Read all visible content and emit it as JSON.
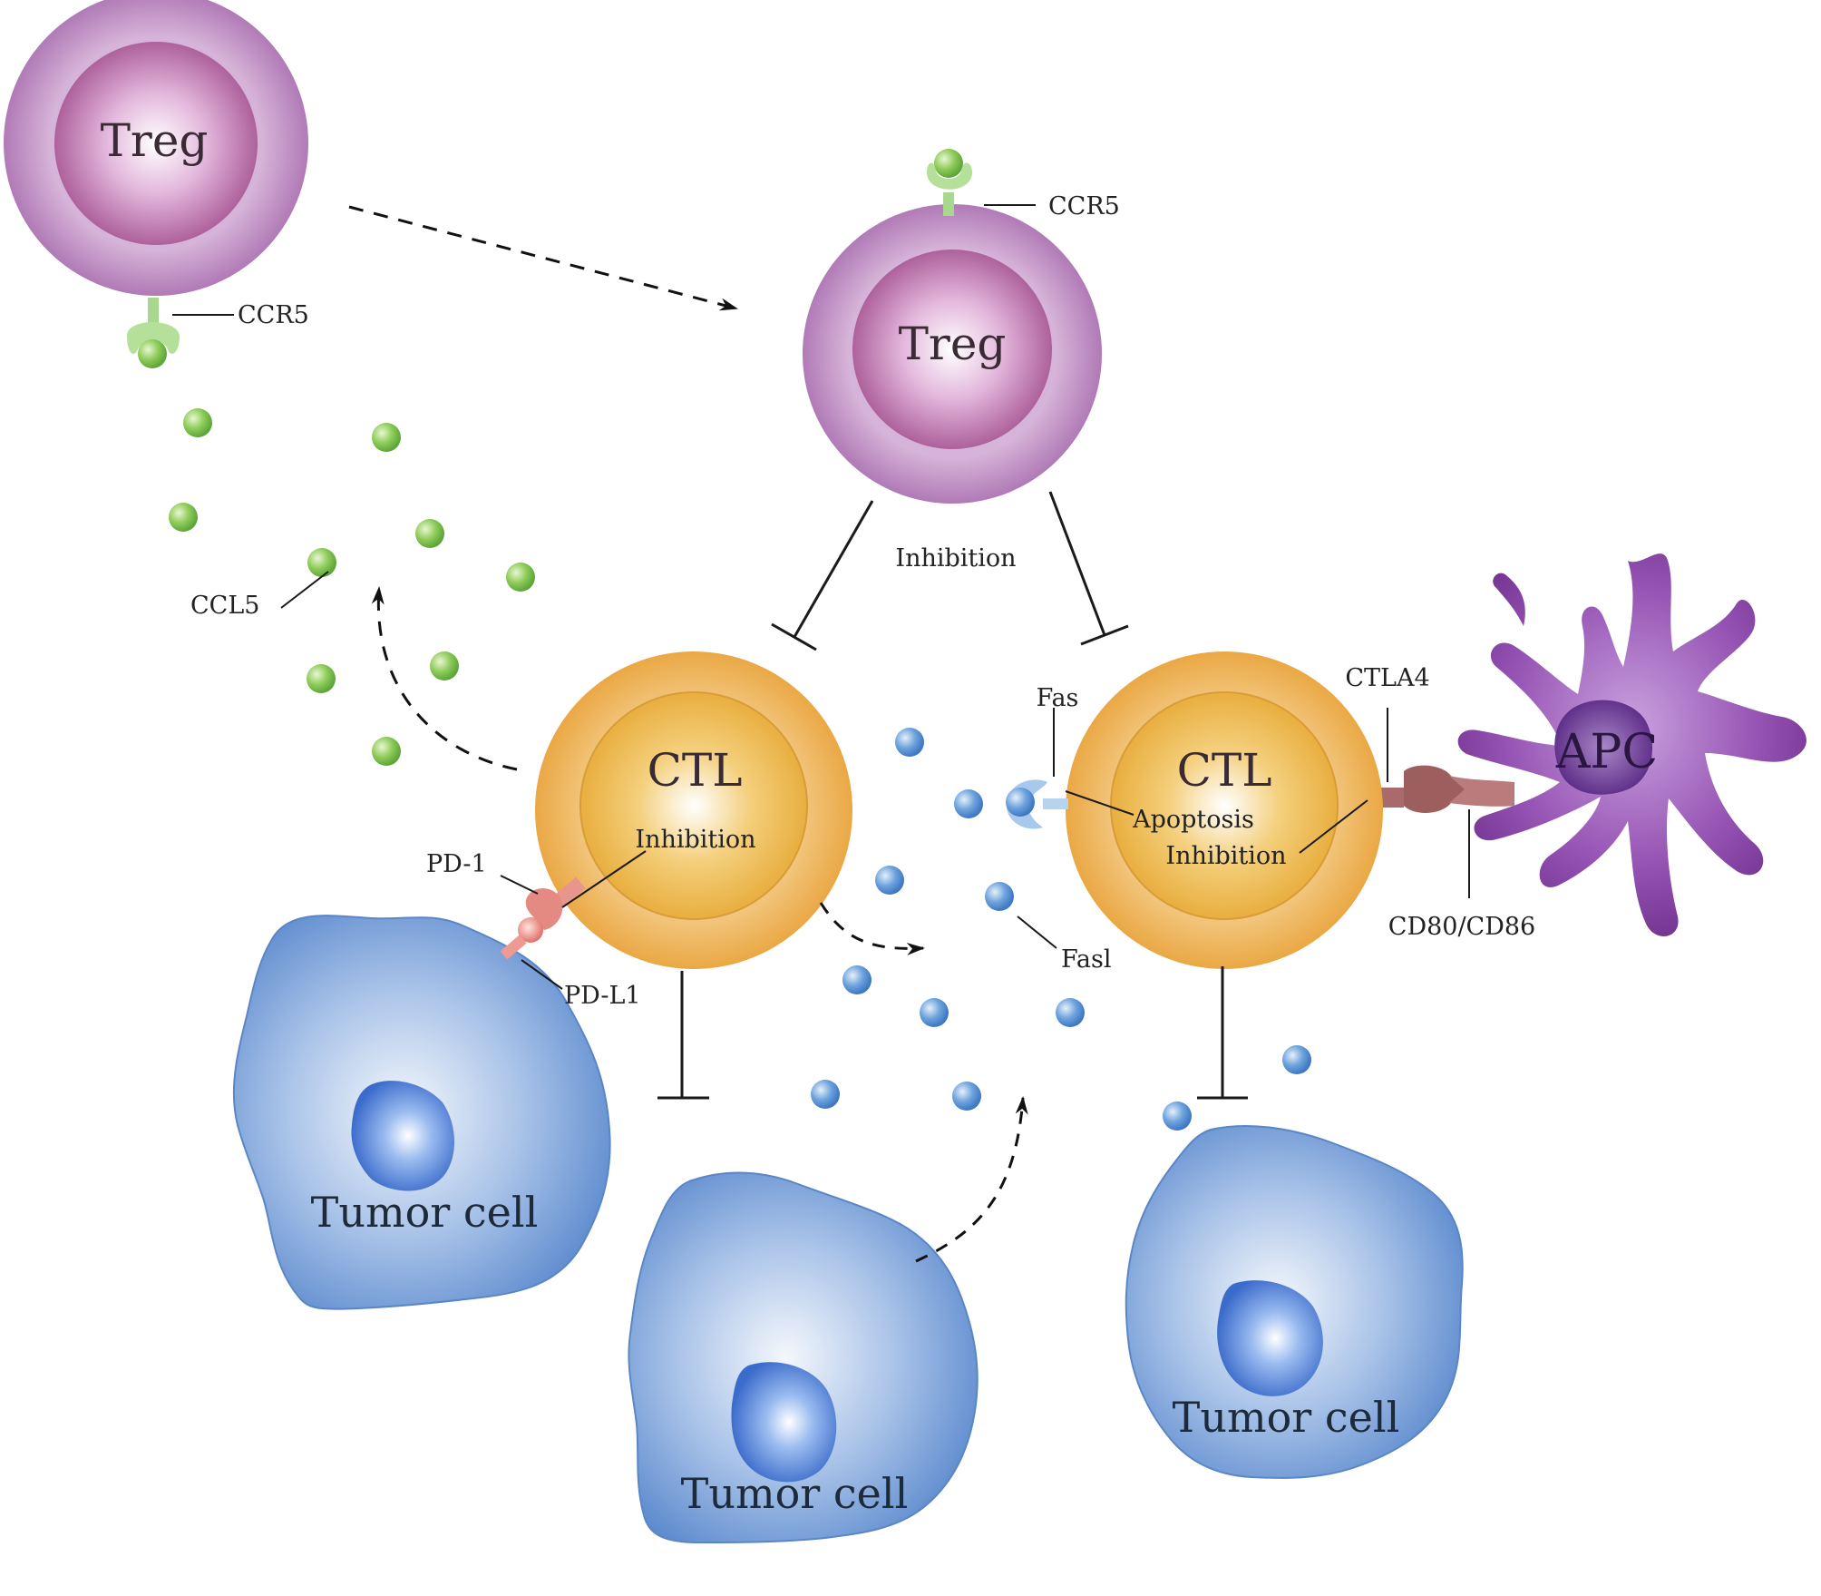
{
  "labels": {
    "treg_1": "Treg",
    "treg_2": "Treg",
    "ctl_1": "CTL",
    "ctl_2": "CTL",
    "apc": "APC",
    "tumor_1": "Tumor cell",
    "tumor_2": "Tumor cell",
    "tumor_3": "Tumor cell",
    "ccr5_1": "CCR5",
    "ccr5_2": "CCR5",
    "ccl5": "CCL5",
    "inhibition_treg": "Inhibition",
    "inhibition_ctl1": "Inhibition",
    "apoptosis": "Apoptosis",
    "inhibition_ctl2": "Inhibition",
    "fas": "Fas",
    "fasl": "Fasl",
    "pd1": "PD-1",
    "pdl1": "PD-L1",
    "ctla4": "CTLA4",
    "cd80_cd86": "CD80/CD86"
  },
  "colors": {
    "treg": "#b47fb8",
    "treg_core": "#a3508f",
    "ctl": "#ebb14b",
    "ctl_core": "#e6a833",
    "tumor": "#6f9ad4",
    "tumor_nucleus": "#4a78cf",
    "apc": "#7a3c96",
    "ccl5_ball": "#7cc04d",
    "fasl_ball": "#5c94d2",
    "pd_receptor": "#e58a83",
    "ctla4": "#a86a6a"
  }
}
